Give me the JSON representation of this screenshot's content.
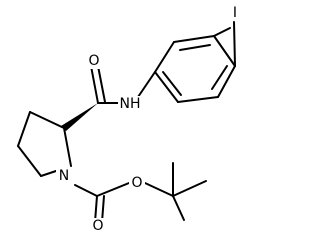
{
  "molecule": {
    "atoms": {
      "iodine": "I",
      "amide_oxygen": "O",
      "amide_nh": "NH",
      "ring_nitrogen": "N",
      "carbamate_carbonyl_oxygen": "O",
      "carbamate_ester_oxygen": "O"
    },
    "stereo": "wedge-bond"
  },
  "colors": {
    "bond": "#000000",
    "background": "#ffffff",
    "text": "#000000"
  }
}
